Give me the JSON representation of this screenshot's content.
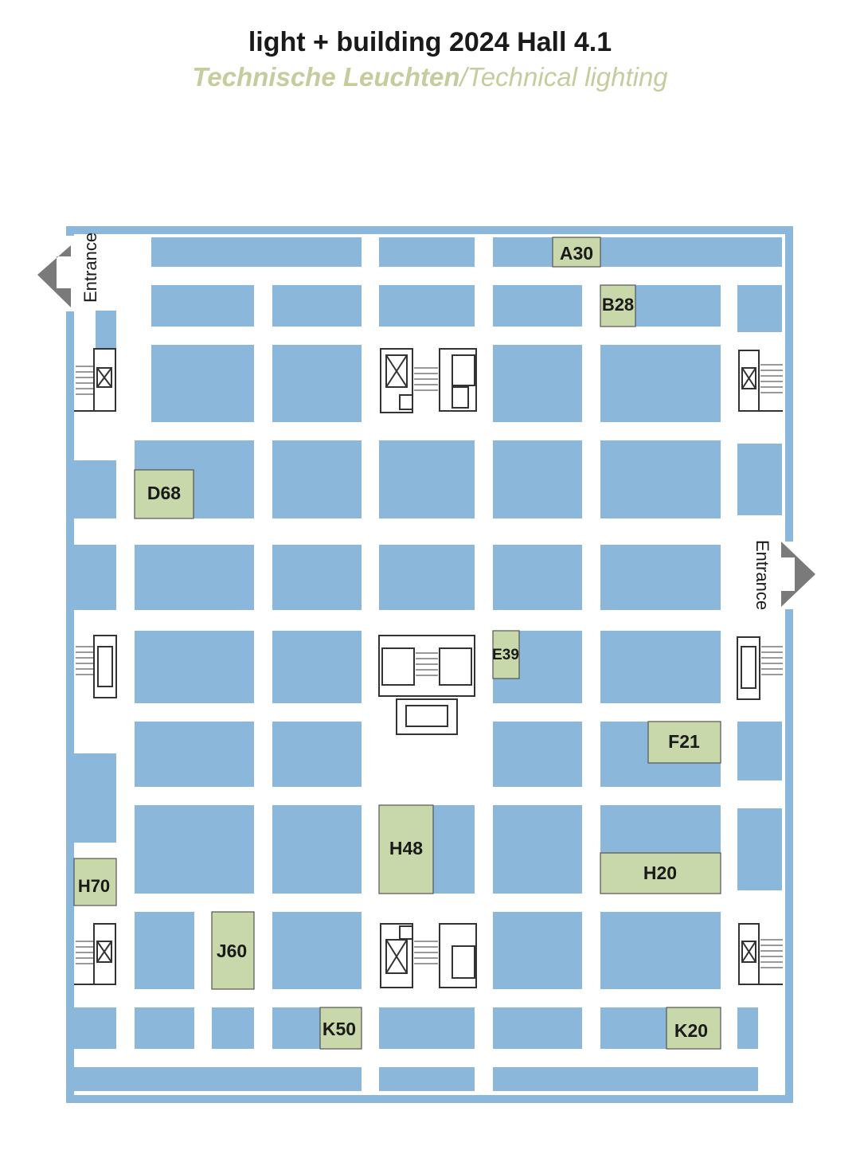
{
  "header": {
    "title": "light + building 2024 Hall 4.1",
    "subtitle_de": "Technische Leuchten",
    "subtitle_sep": "/",
    "subtitle_en": "Technical lighting"
  },
  "entrances": {
    "left": "Entrance",
    "right": "Entrance"
  },
  "colors": {
    "hall": "#8ab7da",
    "aisle": "#ffffff",
    "booth_highlight": "#c8d8aa",
    "subtitle": "#c7cc9e",
    "arrow": "#7a7a7a"
  },
  "highlighted_booths": [
    {
      "id": "A30"
    },
    {
      "id": "B28"
    },
    {
      "id": "D68"
    },
    {
      "id": "E39"
    },
    {
      "id": "F21"
    },
    {
      "id": "H48"
    },
    {
      "id": "H20"
    },
    {
      "id": "H70"
    },
    {
      "id": "J60"
    },
    {
      "id": "K50"
    },
    {
      "id": "K20"
    }
  ]
}
